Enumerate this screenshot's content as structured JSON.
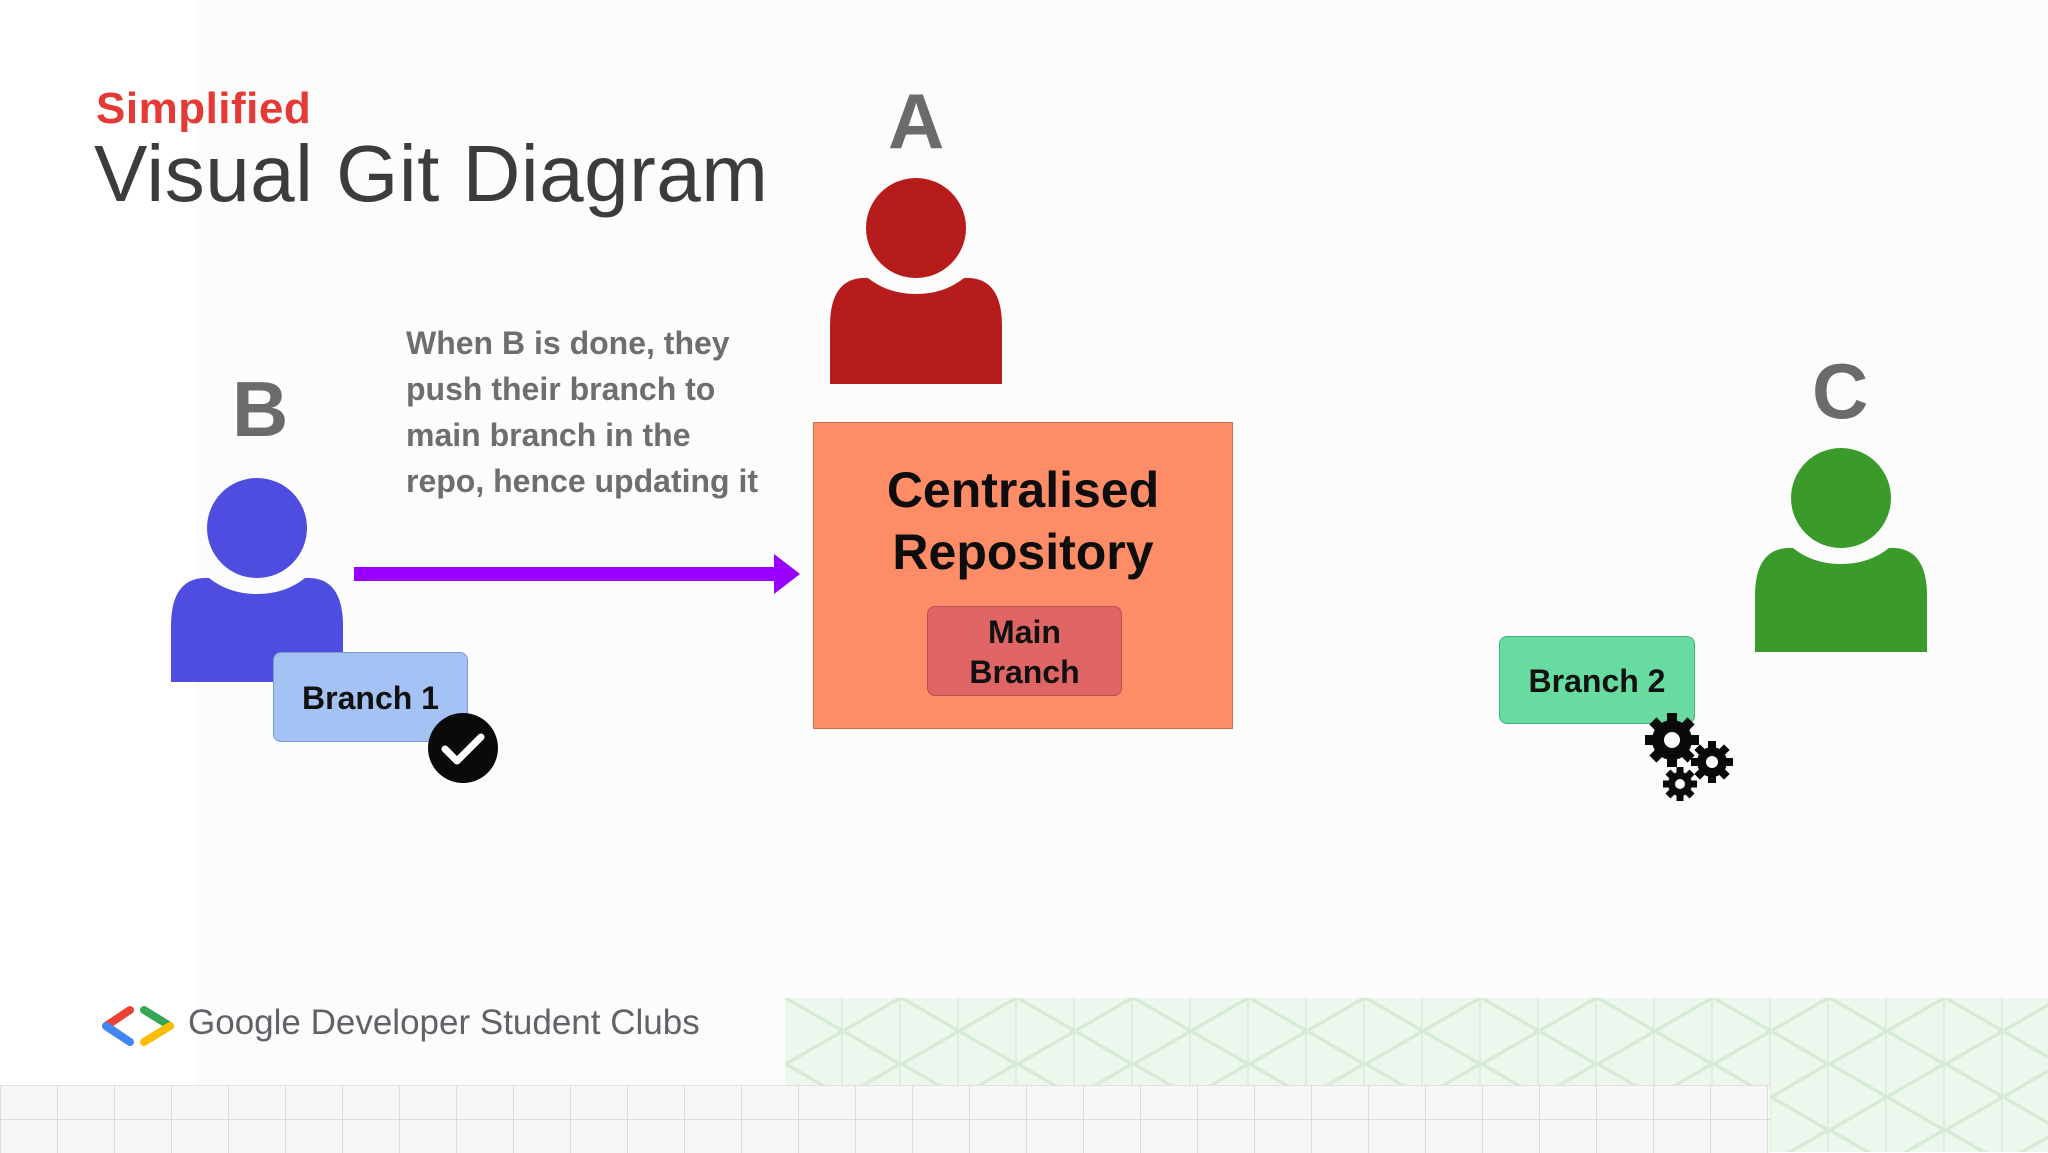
{
  "header": {
    "subtitle": "Simplified",
    "title": "Visual Git Diagram"
  },
  "people": {
    "a": {
      "letter": "A",
      "color": "#b71c1c"
    },
    "b": {
      "letter": "B",
      "color": "#4f4de0"
    },
    "c": {
      "letter": "C",
      "color": "#3a9a2a"
    }
  },
  "note": {
    "text": "When B is done, they push their branch to main branch in the repo, hence updating it"
  },
  "repository": {
    "title": "Centralised\nRepository",
    "main_branch": "Main\nBranch",
    "color": "#fd8c67"
  },
  "branches": {
    "branch1": "Branch 1",
    "branch2": "Branch 2"
  },
  "arrow": {
    "color": "#9900ff"
  },
  "footer": {
    "brand": "Google Developer Student Clubs"
  }
}
